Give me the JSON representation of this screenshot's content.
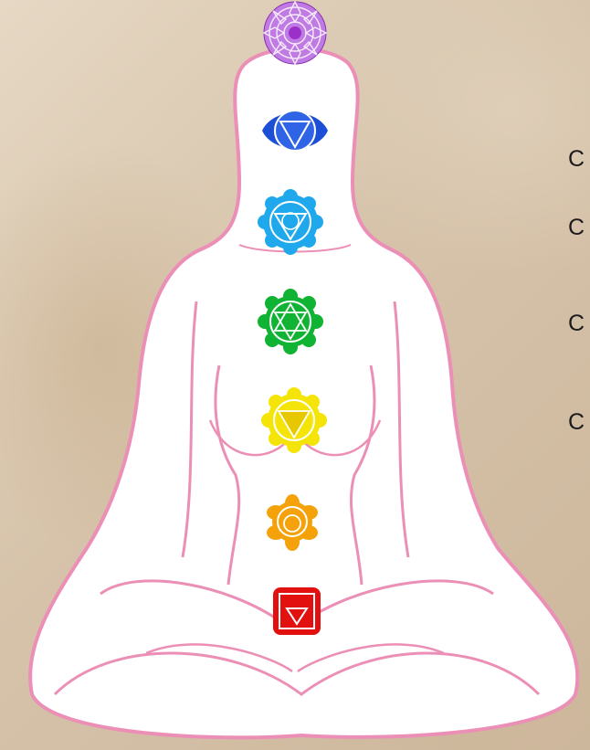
{
  "scene": {
    "background_color": "#d9c8b2",
    "figure_fill": "#ffffff",
    "figure_outline": "#ec8fb6"
  },
  "side_labels": [
    "C",
    "C",
    "C",
    "C"
  ],
  "chakras": [
    {
      "name": "crown",
      "color": "#a53fd1",
      "shape": "lotus"
    },
    {
      "name": "third-eye",
      "color": "#1c4fd6",
      "shape": "eye"
    },
    {
      "name": "throat",
      "color": "#1fa9ec",
      "shape": "lotus"
    },
    {
      "name": "heart",
      "color": "#11b334",
      "shape": "lotus"
    },
    {
      "name": "solar-plexus",
      "color": "#f5e408",
      "shape": "lotus"
    },
    {
      "name": "sacral",
      "color": "#f5a20a",
      "shape": "lotus"
    },
    {
      "name": "root",
      "color": "#e31010",
      "shape": "square"
    }
  ]
}
